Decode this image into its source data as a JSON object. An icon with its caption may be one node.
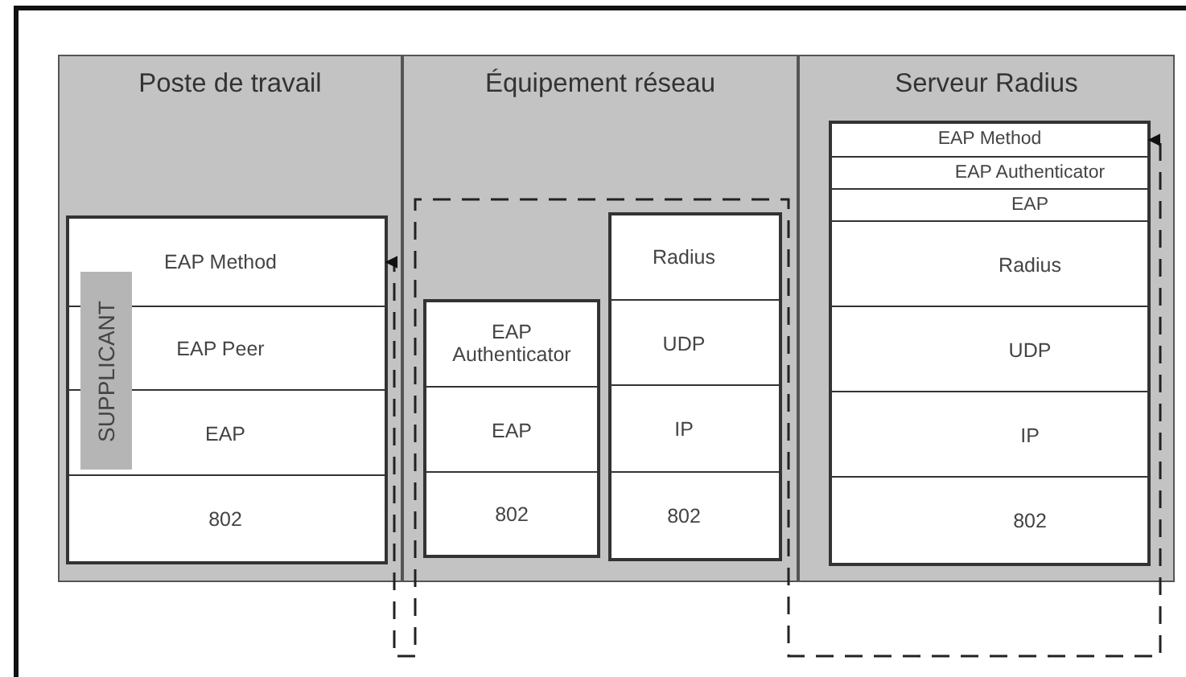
{
  "diagram": {
    "nodes": [
      {
        "text": [
          "Poste de travail"
        ]
      },
      {
        "text": [],
        "shape": "box",
        "in": 0
      },
      {
        "text": [
          "EAP Method"
        ],
        "in": 1
      },
      {
        "text": [
          "EAP Peer"
        ],
        "in": 1
      },
      {
        "text": [
          "EAP"
        ],
        "in": 1
      },
      {
        "text": [
          "802"
        ],
        "in": 1
      },
      {
        "text": [
          "SUPPLICANT"
        ],
        "in": 1
      },
      {
        "text": [
          "Équipement réseau"
        ]
      },
      {
        "text": [],
        "shape": "box",
        "in": 7
      },
      {
        "text": [
          "EAP Authenticator"
        ],
        "in": 8
      },
      {
        "text": [
          "EAP"
        ],
        "in": 8
      },
      {
        "text": [
          "802"
        ],
        "in": 8
      },
      {
        "text": [],
        "shape": "box",
        "in": 7
      },
      {
        "text": [
          "Radius"
        ],
        "in": 12
      },
      {
        "text": [
          "UDP"
        ],
        "in": 12
      },
      {
        "text": [
          "IP"
        ],
        "in": 12
      },
      {
        "text": [
          "802"
        ],
        "in": 12
      },
      {
        "text": [
          "Serveur Radius"
        ]
      },
      {
        "text": [],
        "shape": "box",
        "in": 17
      },
      {
        "text": [
          "EAP Method"
        ],
        "in": 18
      },
      {
        "text": [
          "EAP Authenticator"
        ],
        "in": 18
      },
      {
        "text": [
          "EAP"
        ],
        "in": 18
      },
      {
        "text": [
          "Radius"
        ],
        "in": 18
      },
      {
        "text": [
          "UDP"
        ],
        "in": 18
      },
      {
        "text": [
          "IP"
        ],
        "in": 18
      },
      {
        "text": [
          "802"
        ],
        "in": 18
      }
    ],
    "edges": [
      {
        "from": 2,
        "to": 19,
        "arrow": "both",
        "style": "dashed"
      }
    ]
  }
}
